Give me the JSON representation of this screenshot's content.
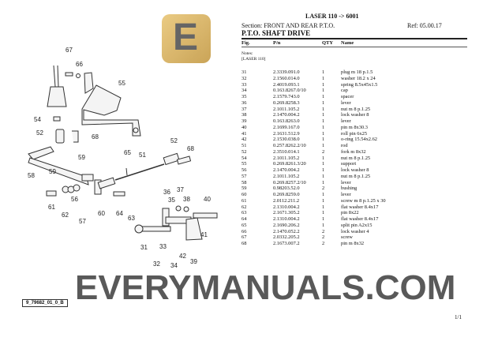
{
  "header": {
    "model": "LASER 110 -> 6001",
    "section": "Section: FRONT AND REAR P.T.O.",
    "ref": "Ref: 05.00.17",
    "title": "P.T.O. SHAFT DRIVE"
  },
  "columns": {
    "fig": "Fig.",
    "pn": "P/n",
    "qty": "QTY",
    "name": "Name"
  },
  "notes": {
    "label": "Notes:",
    "text": "[LASER 110]"
  },
  "rows": [
    {
      "fig": "31",
      "pn": "2.3339.091.0",
      "qty": "1",
      "name": "plug m 18 p.1.5"
    },
    {
      "fig": "32",
      "pn": "2.1560.014.0",
      "qty": "1",
      "name": "washer 18.2 x 24"
    },
    {
      "fig": "33",
      "pn": "2.4019.093.1",
      "qty": "1",
      "name": "spring 8.5x45x1.5"
    },
    {
      "fig": "34",
      "pn": "0.163.8267.0/10",
      "qty": "1",
      "name": "cap"
    },
    {
      "fig": "35",
      "pn": "2.1579.743.0",
      "qty": "1",
      "name": "spacer"
    },
    {
      "fig": "36",
      "pn": "0.269.8258.3",
      "qty": "1",
      "name": "lever"
    },
    {
      "fig": "37",
      "pn": "2.1011.105.2",
      "qty": "1",
      "name": "nut m 8 p.1.25"
    },
    {
      "fig": "38",
      "pn": "2.1470.004.2",
      "qty": "1",
      "name": "lock washer 8"
    },
    {
      "fig": "39",
      "pn": "0.163.8263.0",
      "qty": "1",
      "name": "lever"
    },
    {
      "fig": "40",
      "pn": "2.1699.167.0",
      "qty": "1",
      "name": "pin m 8x30.3"
    },
    {
      "fig": "41",
      "pn": "2.1631.512.9",
      "qty": "1",
      "name": "roll pin 6x25"
    },
    {
      "fig": "42",
      "pn": "2.1530.038.0",
      "qty": "1",
      "name": "o-ring 15.54x2.62"
    },
    {
      "fig": "51",
      "pn": "0.257.8262.2/10",
      "qty": "1",
      "name": "rod"
    },
    {
      "fig": "52",
      "pn": "2.3510.014.1",
      "qty": "2",
      "name": "fork m 8x32"
    },
    {
      "fig": "54",
      "pn": "2.1011.105.2",
      "qty": "1",
      "name": "nut m 8 p.1.25"
    },
    {
      "fig": "55",
      "pn": "0.269.8261.3/20",
      "qty": "1",
      "name": "support"
    },
    {
      "fig": "56",
      "pn": "2.1470.004.2",
      "qty": "1",
      "name": "lock washer 8"
    },
    {
      "fig": "57",
      "pn": "2.1011.105.2",
      "qty": "1",
      "name": "nut m 8 p.1.25"
    },
    {
      "fig": "58",
      "pn": "0.269.8257.2/10",
      "qty": "1",
      "name": "lever"
    },
    {
      "fig": "59",
      "pn": "0.98203.52.0",
      "qty": "2",
      "name": "bushing"
    },
    {
      "fig": "60",
      "pn": "0.269.8259.0",
      "qty": "1",
      "name": "lever"
    },
    {
      "fig": "61",
      "pn": "2.0112.211.2",
      "qty": "1",
      "name": "screw m 8 p.1.25 x 30"
    },
    {
      "fig": "62",
      "pn": "2.1310.004.2",
      "qty": "1",
      "name": "flat washer 8.4x17"
    },
    {
      "fig": "63",
      "pn": "2.1671.305.2",
      "qty": "1",
      "name": "pin 8x22"
    },
    {
      "fig": "64",
      "pn": "2.1310.004.2",
      "qty": "1",
      "name": "flat washer 8.4x17"
    },
    {
      "fig": "65",
      "pn": "2.1690.206.2",
      "qty": "1",
      "name": "split pin A2x15"
    },
    {
      "fig": "66",
      "pn": "2.1470.052.2",
      "qty": "2",
      "name": "lock washer 4"
    },
    {
      "fig": "67",
      "pn": "2.0332.205.2",
      "qty": "2",
      "name": "screw"
    },
    {
      "fig": "68",
      "pn": "2.1673.007.2",
      "qty": "2",
      "name": "pin m 8x32"
    }
  ],
  "diagram": {
    "figure_id": "9_79682_01_0_B",
    "callouts": [
      "67",
      "66",
      "55",
      "54",
      "52",
      "68",
      "58",
      "59",
      "59",
      "65",
      "51",
      "52",
      "68",
      "61",
      "62",
      "56",
      "57",
      "60",
      "64",
      "63",
      "36",
      "35",
      "37",
      "38",
      "40",
      "41",
      "31",
      "32",
      "33",
      "34",
      "42",
      "39"
    ]
  },
  "watermark": "EVERYMANUALS.COM",
  "logo_letter": "E",
  "page": "1/1"
}
